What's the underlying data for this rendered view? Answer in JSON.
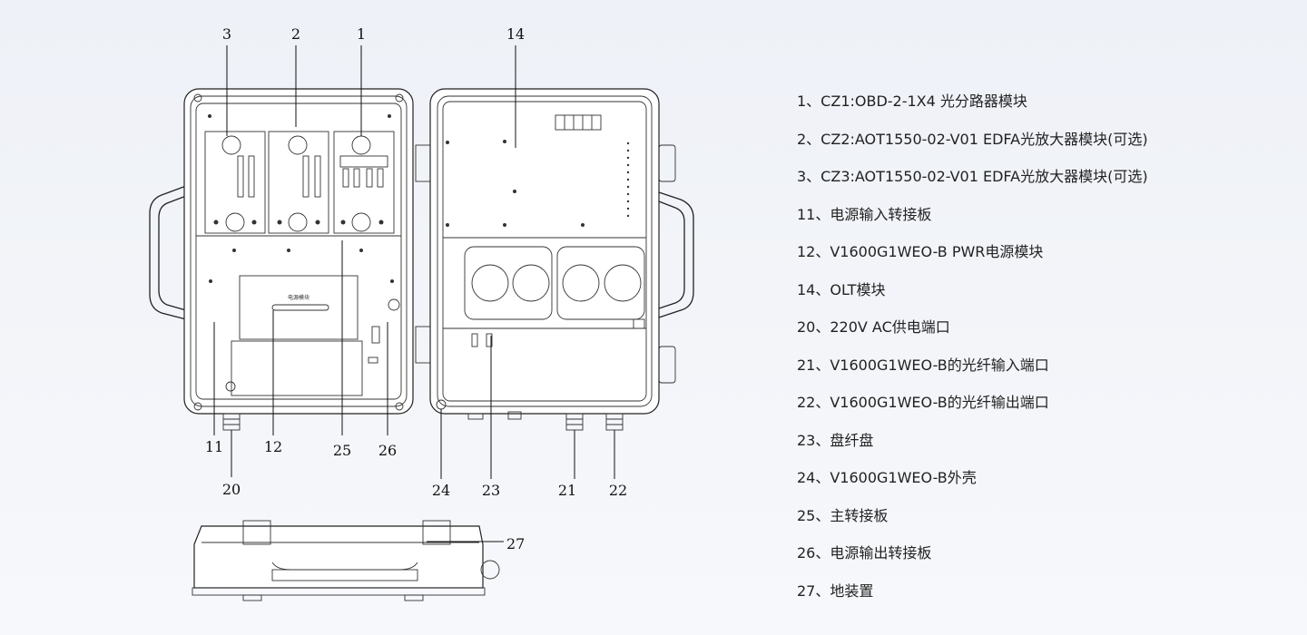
{
  "callouts": {
    "n1": "1",
    "n2": "2",
    "n3": "3",
    "n14": "14",
    "n11": "11",
    "n12": "12",
    "n20": "20",
    "n25": "25",
    "n26": "26",
    "n24": "24",
    "n23": "23",
    "n21": "21",
    "n22": "22",
    "n27": "27"
  },
  "module_label": "电源模块",
  "legend": [
    "1、CZ1:OBD-2-1X4 光分路器模块",
    "2、CZ2:AOT1550-02-V01 EDFA光放大器模块(可选)",
    "3、CZ3:AOT1550-02-V01 EDFA光放大器模块(可选)",
    "11、电源输入转接板",
    "12、V1600G1WEO-B PWR电源模块",
    "14、OLT模块",
    "20、220V AC供电端口",
    "21、V1600G1WEO-B的光纤输入端口",
    "22、V1600G1WEO-B的光纤输出端口",
    "23、盘纤盘",
    "24、V1600G1WEO-B外壳",
    "25、主转接板",
    "26、电源输出转接板",
    "27、地装置"
  ]
}
